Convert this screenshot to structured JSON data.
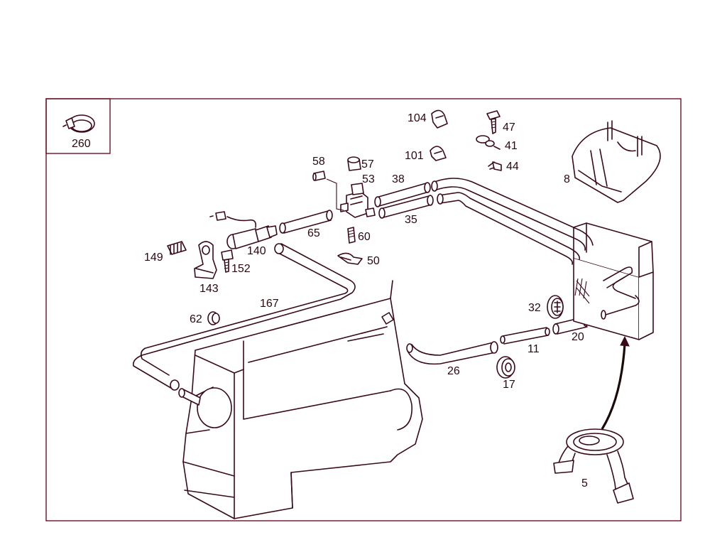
{
  "colors": {
    "line": "#3a0a18",
    "frame": "#6b1026",
    "background": "#ffffff"
  },
  "inset": {
    "part": "260",
    "icon": "hose-clamp-icon"
  },
  "labels": {
    "p104": "104",
    "p47": "47",
    "p41": "41",
    "p101": "101",
    "p44": "44",
    "p8": "8",
    "p58": "58",
    "p57": "57",
    "p53": "53",
    "p38": "38",
    "p35": "35",
    "p65": "65",
    "p60": "60",
    "p140": "140",
    "p149": "149",
    "p152": "152",
    "p50": "50",
    "p143": "143",
    "p167": "167",
    "p62": "62",
    "p32": "32",
    "p20": "20",
    "p11": "11",
    "p26": "26",
    "p17": "17",
    "p5": "5"
  }
}
